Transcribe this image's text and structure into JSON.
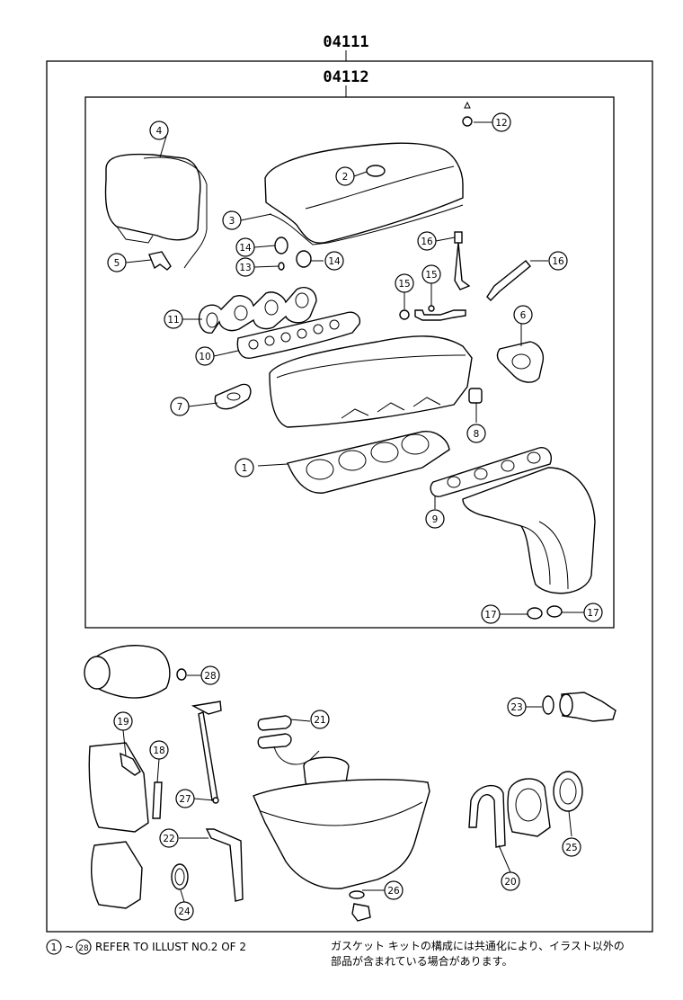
{
  "part_numbers": {
    "outer": "04111",
    "inner": "04112"
  },
  "callouts": [
    "1",
    "2",
    "3",
    "4",
    "5",
    "6",
    "7",
    "8",
    "9",
    "10",
    "11",
    "12",
    "13",
    "14",
    "14",
    "15",
    "15",
    "16",
    "16",
    "17",
    "17",
    "18",
    "19",
    "20",
    "21",
    "22",
    "23",
    "24",
    "25",
    "26",
    "27",
    "28"
  ],
  "footer": {
    "refer_start": "1",
    "refer_tilde": "~",
    "refer_end": "28",
    "refer_text": "REFER TO ILLUST NO.2 OF 2",
    "note_line1": "ガスケット キットの構成には共通化により、イラスト以外の",
    "note_line2": "部品が含まれている場合があります。"
  }
}
